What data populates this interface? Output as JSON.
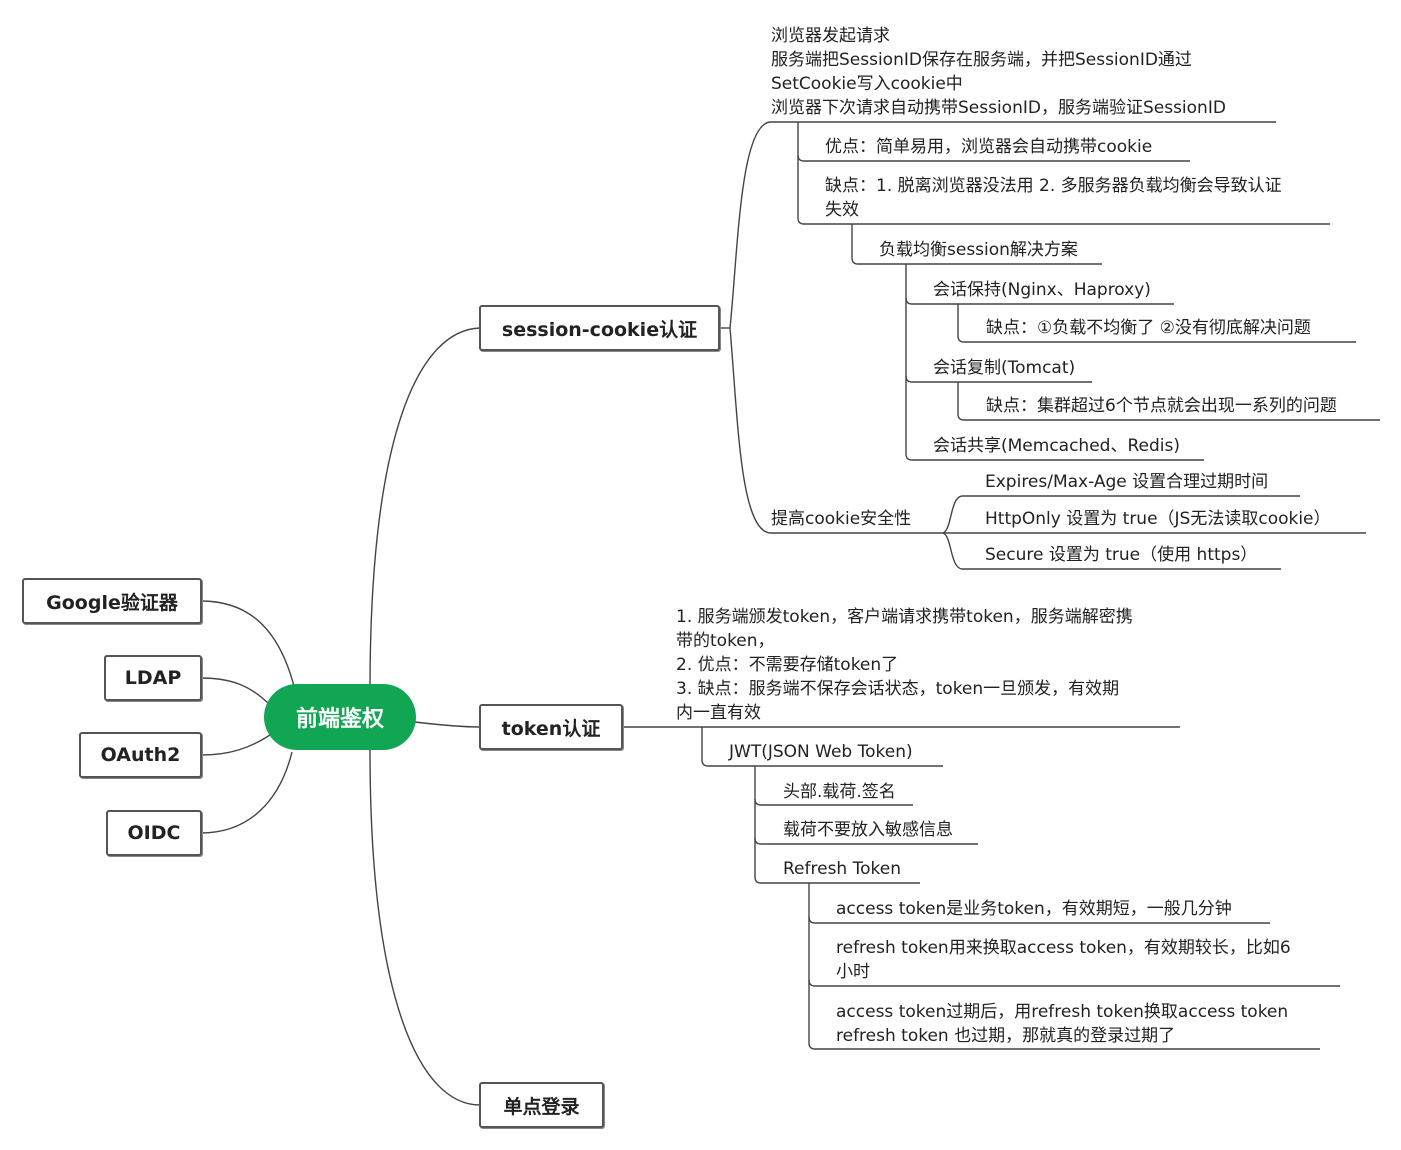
{
  "root": "前端鉴权",
  "left_nodes": [
    "Google验证器",
    "LDAP",
    "OAuth2",
    "OIDC"
  ],
  "branches": {
    "session": "session-cookie认证",
    "token": "token认证",
    "sso": "单点登录"
  },
  "session_cookie": {
    "flow": [
      "浏览器发起请求",
      "服务端把SessionID保存在服务端，并把SessionID通过",
      "SetCookie写入cookie中",
      "浏览器下次请求自动携带SessionID，服务端验证SessionID"
    ],
    "pros": "优点：简单易用，浏览器会自动携带cookie",
    "cons": [
      "缺点：1. 脱离浏览器没法用 2. 多服务器负载均衡会导致认证",
      "失效"
    ],
    "lb_solution": "负载均衡session解决方案",
    "sticky": "会话保持(Nginx、Haproxy)",
    "sticky_cons": "缺点：①负载不均衡了 ②没有彻底解决问题",
    "replication": "会话复制(Tomcat)",
    "replication_cons": "缺点：集群超过6个节点就会出现一系列的问题",
    "shared": "会话共享(Memcached、Redis)",
    "security": "提高cookie安全性",
    "security_items": [
      "Expires/Max-Age 设置合理过期时间",
      "HttpOnly 设置为 true（JS无法读取cookie）",
      "Secure 设置为 true（使用 https）"
    ]
  },
  "token_auth": {
    "desc": [
      "1. 服务端颁发token，客户端请求携带token，服务端解密携",
      "带的token，",
      "2. 优点：不需要存储token了",
      "3. 缺点：服务端不保存会话状态，token一旦颁发，有效期",
      "内一直有效"
    ],
    "jwt": "JWT(JSON Web Token)",
    "jwt_parts": "头部.载荷.签名",
    "jwt_note": "载荷不要放入敏感信息",
    "refresh": "Refresh Token",
    "refresh_items": [
      [
        "access token是业务token，有效期短，一般几分钟"
      ],
      [
        "refresh token用来换取access token，有效期较长，比如6",
        "小时"
      ],
      [
        "access token过期后，用refresh token换取access token",
        "refresh token 也过期，那就真的登录过期了"
      ]
    ]
  },
  "colors": {
    "root": "#10a653",
    "line": "#444444",
    "box_border": "#555555"
  }
}
